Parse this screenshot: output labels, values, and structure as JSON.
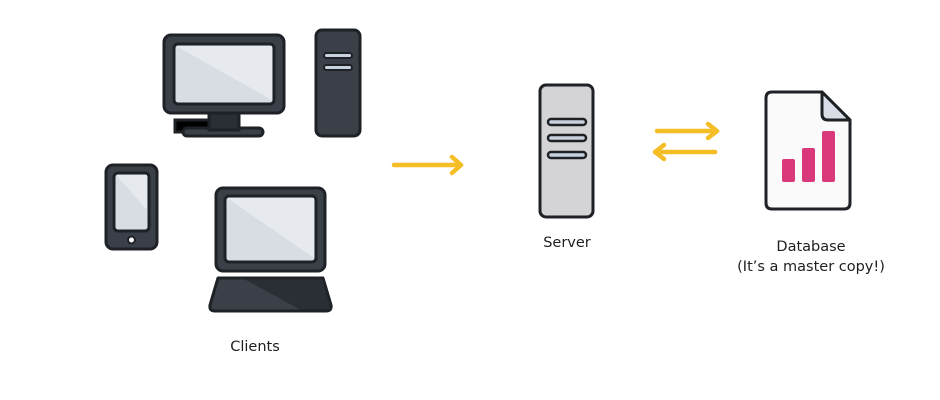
{
  "diagram": {
    "colors": {
      "outline": "#1e2126",
      "device_body": "#3a3f48",
      "device_body_shadow": "#2a2e35",
      "screen": "#d8dce3",
      "screen_highlight": "#e6e9ee",
      "server_body": "#d4d4d6",
      "slot_fill": "#c8d2df",
      "arrow": "#f5be26",
      "document_fill": "#fafafa",
      "document_fold": "#d8dde6",
      "bars": "#d9387a"
    },
    "nodes": {
      "clients": {
        "label": "Clients",
        "devices": [
          "desktop-monitor",
          "desktop-tower",
          "smartphone",
          "laptop"
        ]
      },
      "server": {
        "label": "Server",
        "icon": "server-tower"
      },
      "database": {
        "label": "Database",
        "sublabel": "(It’s a master copy!)",
        "icon": "bar-chart-document"
      }
    },
    "edges": [
      {
        "from": "clients",
        "to": "server",
        "direction": "one-way"
      },
      {
        "from": "server",
        "to": "database",
        "direction": "two-way"
      }
    ]
  }
}
